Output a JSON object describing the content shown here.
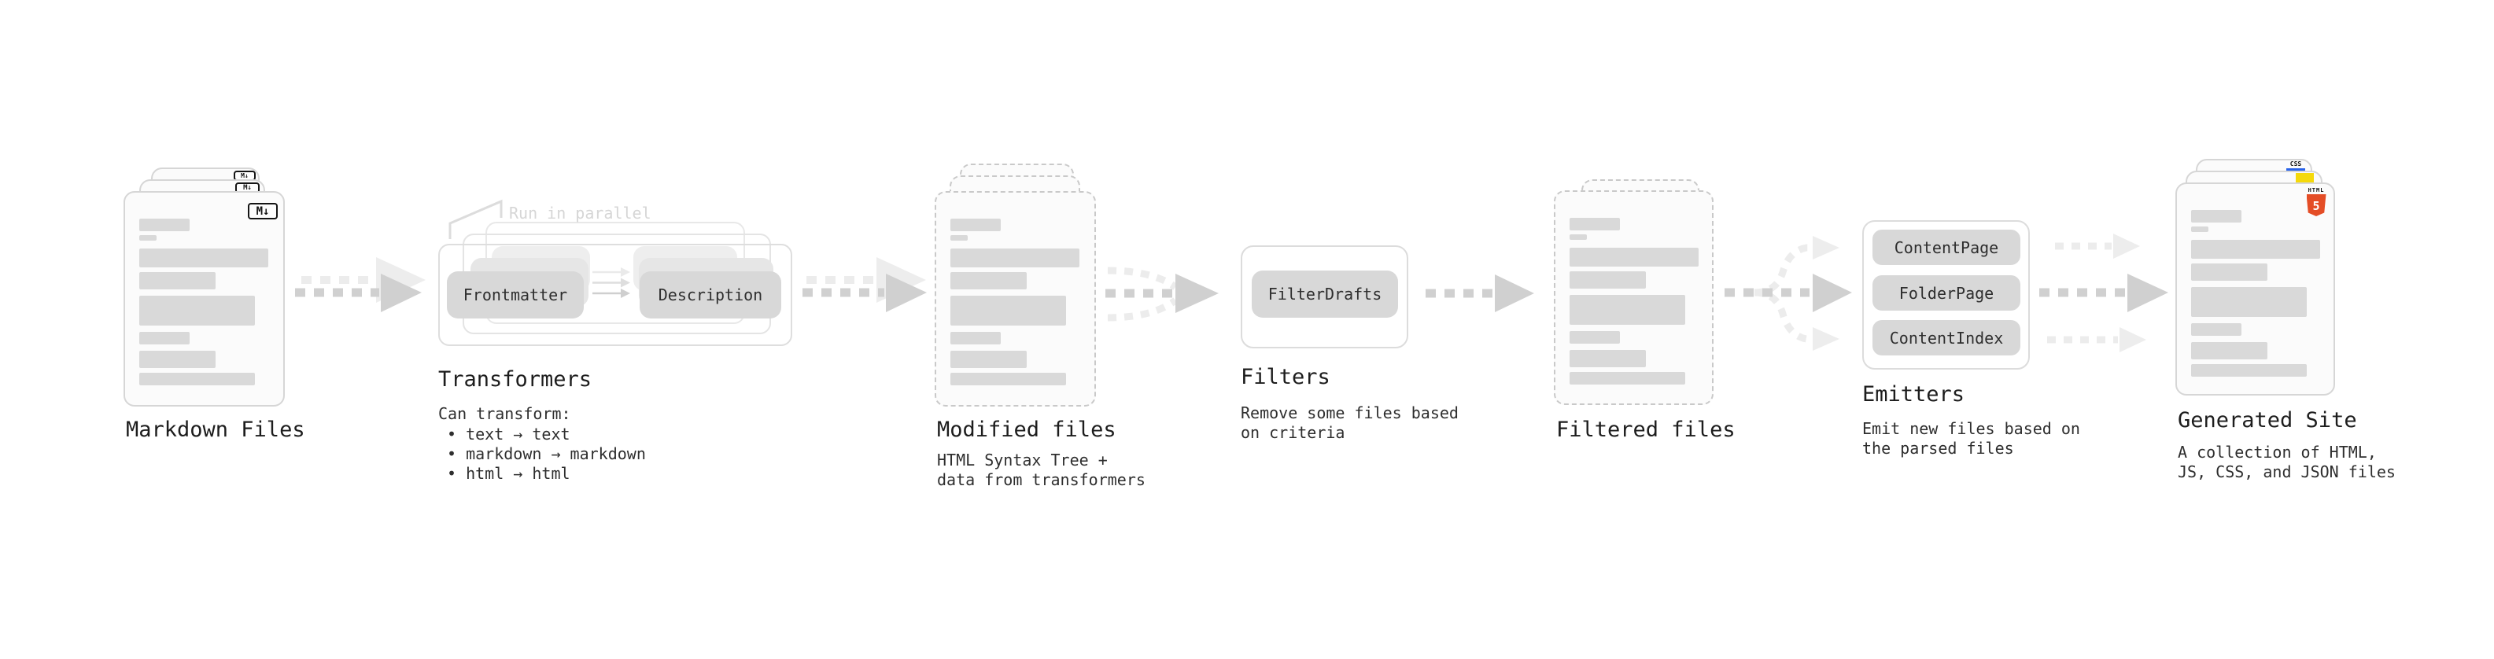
{
  "stages": {
    "markdown": {
      "label": "Markdown Files",
      "badge": "M↓"
    },
    "transformers": {
      "label": "Transformers",
      "annotation": "Run in parallel",
      "pill_left": "Frontmatter",
      "pill_right": "Description",
      "desc_title": "Can transform:",
      "bullets": [
        "• text → text",
        "• markdown → markdown",
        "• html → html"
      ]
    },
    "modified": {
      "label": "Modified files",
      "desc": [
        "HTML Syntax Tree +",
        "data from transformers"
      ]
    },
    "filters": {
      "label": "Filters",
      "pill": "FilterDrafts",
      "desc": [
        "Remove some files based",
        "on criteria"
      ]
    },
    "filtered": {
      "label": "Filtered files"
    },
    "emitters": {
      "label": "Emitters",
      "pills": [
        "ContentPage",
        "FolderPage",
        "ContentIndex"
      ],
      "desc": [
        "Emit new files based on",
        "the parsed files"
      ]
    },
    "generated": {
      "label": "Generated Site",
      "badge_css": "CSS",
      "badge_html_label": "HTML",
      "badge_html_number": "5",
      "desc": [
        "A collection of HTML,",
        "JS, CSS, and JSON files"
      ]
    }
  },
  "colors": {
    "html5_orange": "#e44d26",
    "js_yellow": "#f5d90a",
    "css_blue": "#2862e9"
  }
}
